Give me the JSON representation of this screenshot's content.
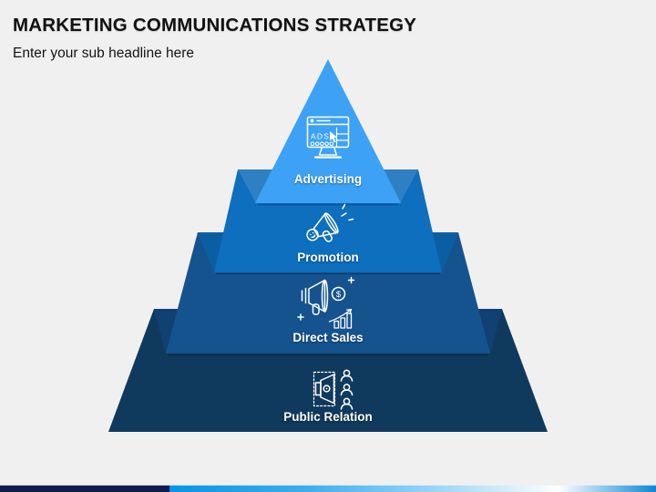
{
  "slide": {
    "title": "MARKETING COMMUNICATIONS STRATEGY",
    "subtitle": "Enter your sub headline here",
    "background_color": "#f0f0f1",
    "title_color": "#121212"
  },
  "pyramid": {
    "levels": [
      {
        "label": "Advertising",
        "icon": "ads-monitor-icon",
        "icon_text": "ADS",
        "color": "#3da2f6"
      },
      {
        "label": "Promotion",
        "icon": "megaphone-icon",
        "color": "#0d6fbe",
        "fold_color": "#2f80c3"
      },
      {
        "label": "Direct Sales",
        "icon": "megaphone-dollar-chart-icon",
        "icon_text": "$",
        "color": "#15538f",
        "fold_color": "#0c5ea2"
      },
      {
        "label": "Public Relation",
        "icon": "broadcast-people-icon",
        "color": "#103a5d",
        "fold_color": "#114172"
      }
    ]
  },
  "footer": {
    "navy_color": "#101c4d",
    "gradient": [
      "#0a93e4",
      "#3caeec",
      "#9ed5f5",
      "#ffffff",
      "#0c86d6"
    ]
  }
}
